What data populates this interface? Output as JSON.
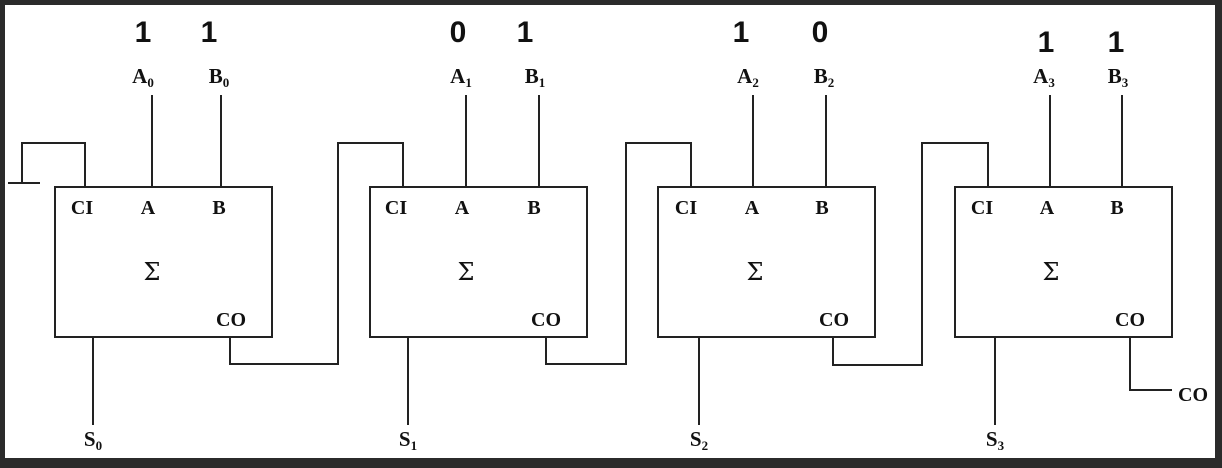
{
  "adders": [
    {
      "bit_a": "1",
      "bit_b": "1",
      "a_label": "A",
      "a_sub": "0",
      "b_label": "B",
      "b_sub": "0",
      "ci_label": "CI",
      "pa_label": "A",
      "pb_label": "B",
      "sigma": "Σ",
      "co_label": "CO",
      "s_label": "S",
      "s_sub": "0"
    },
    {
      "bit_a": "0",
      "bit_b": "1",
      "a_label": "A",
      "a_sub": "1",
      "b_label": "B",
      "b_sub": "1",
      "ci_label": "CI",
      "pa_label": "A",
      "pb_label": "B",
      "sigma": "Σ",
      "co_label": "CO",
      "s_label": "S",
      "s_sub": "1"
    },
    {
      "bit_a": "1",
      "bit_b": "0",
      "a_label": "A",
      "a_sub": "2",
      "b_label": "B",
      "b_sub": "2",
      "ci_label": "CI",
      "pa_label": "A",
      "pb_label": "B",
      "sigma": "Σ",
      "co_label": "CO",
      "s_label": "S",
      "s_sub": "2"
    },
    {
      "bit_a": "1",
      "bit_b": "1",
      "a_label": "A",
      "a_sub": "3",
      "b_label": "B",
      "b_sub": "3",
      "ci_label": "CI",
      "pa_label": "A",
      "pb_label": "B",
      "sigma": "Σ",
      "co_label": "CO",
      "s_label": "S",
      "s_sub": "3"
    }
  ],
  "carry_out_label": "CO"
}
